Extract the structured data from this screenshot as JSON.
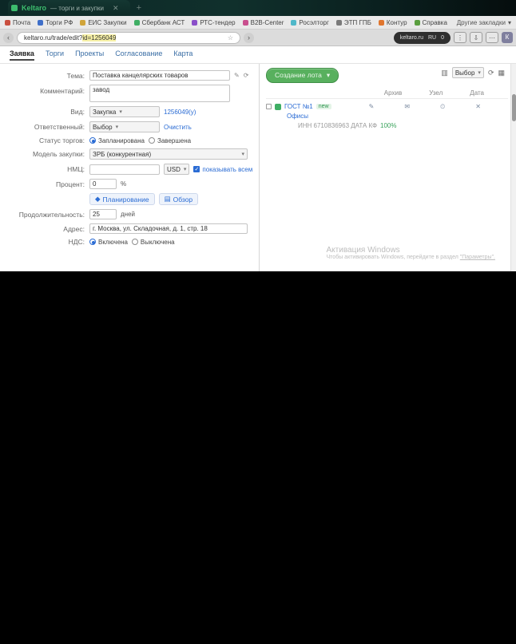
{
  "browser": {
    "tab": {
      "logo": "Keltaro",
      "rest": "— торги и закупки",
      "close": "✕",
      "new_tab": "+"
    },
    "bookmarks": {
      "items": [
        "Почта",
        "Торги РФ",
        "ЕИС Закупки",
        "Сбербанк АСТ",
        "РТС-тендер",
        "B2B-Center",
        "Росэлторг",
        "ЭТП ГПБ",
        "Контур",
        "Справка"
      ],
      "overflow": "Другие закладки"
    },
    "omnibox": {
      "prefix": "keltaro.ru/trade/edit?",
      "highlight": "id=1256049",
      "star": "☆"
    },
    "ext_pill": {
      "label_a": "keltaro.ru",
      "label_b": "RU",
      "label_c": "0"
    },
    "buttons": {
      "ext": "⋮",
      "download": "⇩",
      "menu": "⋯",
      "avatar": "К"
    },
    "nav_back": "‹",
    "nav_arrow": "›"
  },
  "page": {
    "tabs": [
      {
        "label": "Заявка"
      },
      {
        "label": "Торги"
      },
      {
        "label": "Проекты"
      },
      {
        "label": "Согласование"
      },
      {
        "label": "Карта"
      }
    ],
    "form": {
      "subject_label": "Тема:",
      "subject_value": "Поставка канцелярских товаров",
      "comment_label": "Комментарий:",
      "comment_value": "завод",
      "kind_label": "Вид:",
      "kind_value": "Закупка",
      "kind_link": "1256049(у)",
      "responsible_label": "Ответственный:",
      "responsible_value": "Выбор",
      "responsible_link": "Очистить",
      "status_label": "Статус торгов:",
      "status_options": [
        "Запланирована",
        "Завершена"
      ],
      "model_label": "Модель закупки:",
      "model_value": "ЗРБ (конкурентная)",
      "nmc_label": "НМЦ:",
      "nmc_value": "",
      "currency_value": "USD",
      "nmc_check_label": "показывать всем",
      "percent_label": "Процент:",
      "percent_value": "0",
      "percent_suffix": "%",
      "plan_button": "Планирование",
      "review_button": "Обзор",
      "duration_label": "Продолжительность:",
      "duration_value": "25",
      "duration_suffix": "дней",
      "address_label": "Адрес:",
      "address_value": "г. Москва, ул. Складочная, д. 1, стр. 18",
      "vat_label": "НДС:",
      "vat_options": [
        "Включена",
        "Выключена"
      ]
    },
    "panel": {
      "create_button": "Создание лота",
      "create_caret": "▾",
      "toolbar_select": "Выбор",
      "columns": [
        "Архив",
        "Узел",
        "Дата"
      ],
      "tree": {
        "root_name": "ГОСТ №1",
        "root_badge": "new",
        "root_cells": [
          "✎",
          "✉",
          "⏲",
          "✕"
        ],
        "child_name": "Офисы",
        "leaf_text": "ИНН 6710836963 ДАТА КФ",
        "leaf_percent": "100%"
      }
    },
    "watermark": {
      "line1": "Активация Windows",
      "line2_a": "Чтобы активировать Windows, перейдите в раздел ",
      "line2_b": "\"Параметры\"."
    }
  }
}
